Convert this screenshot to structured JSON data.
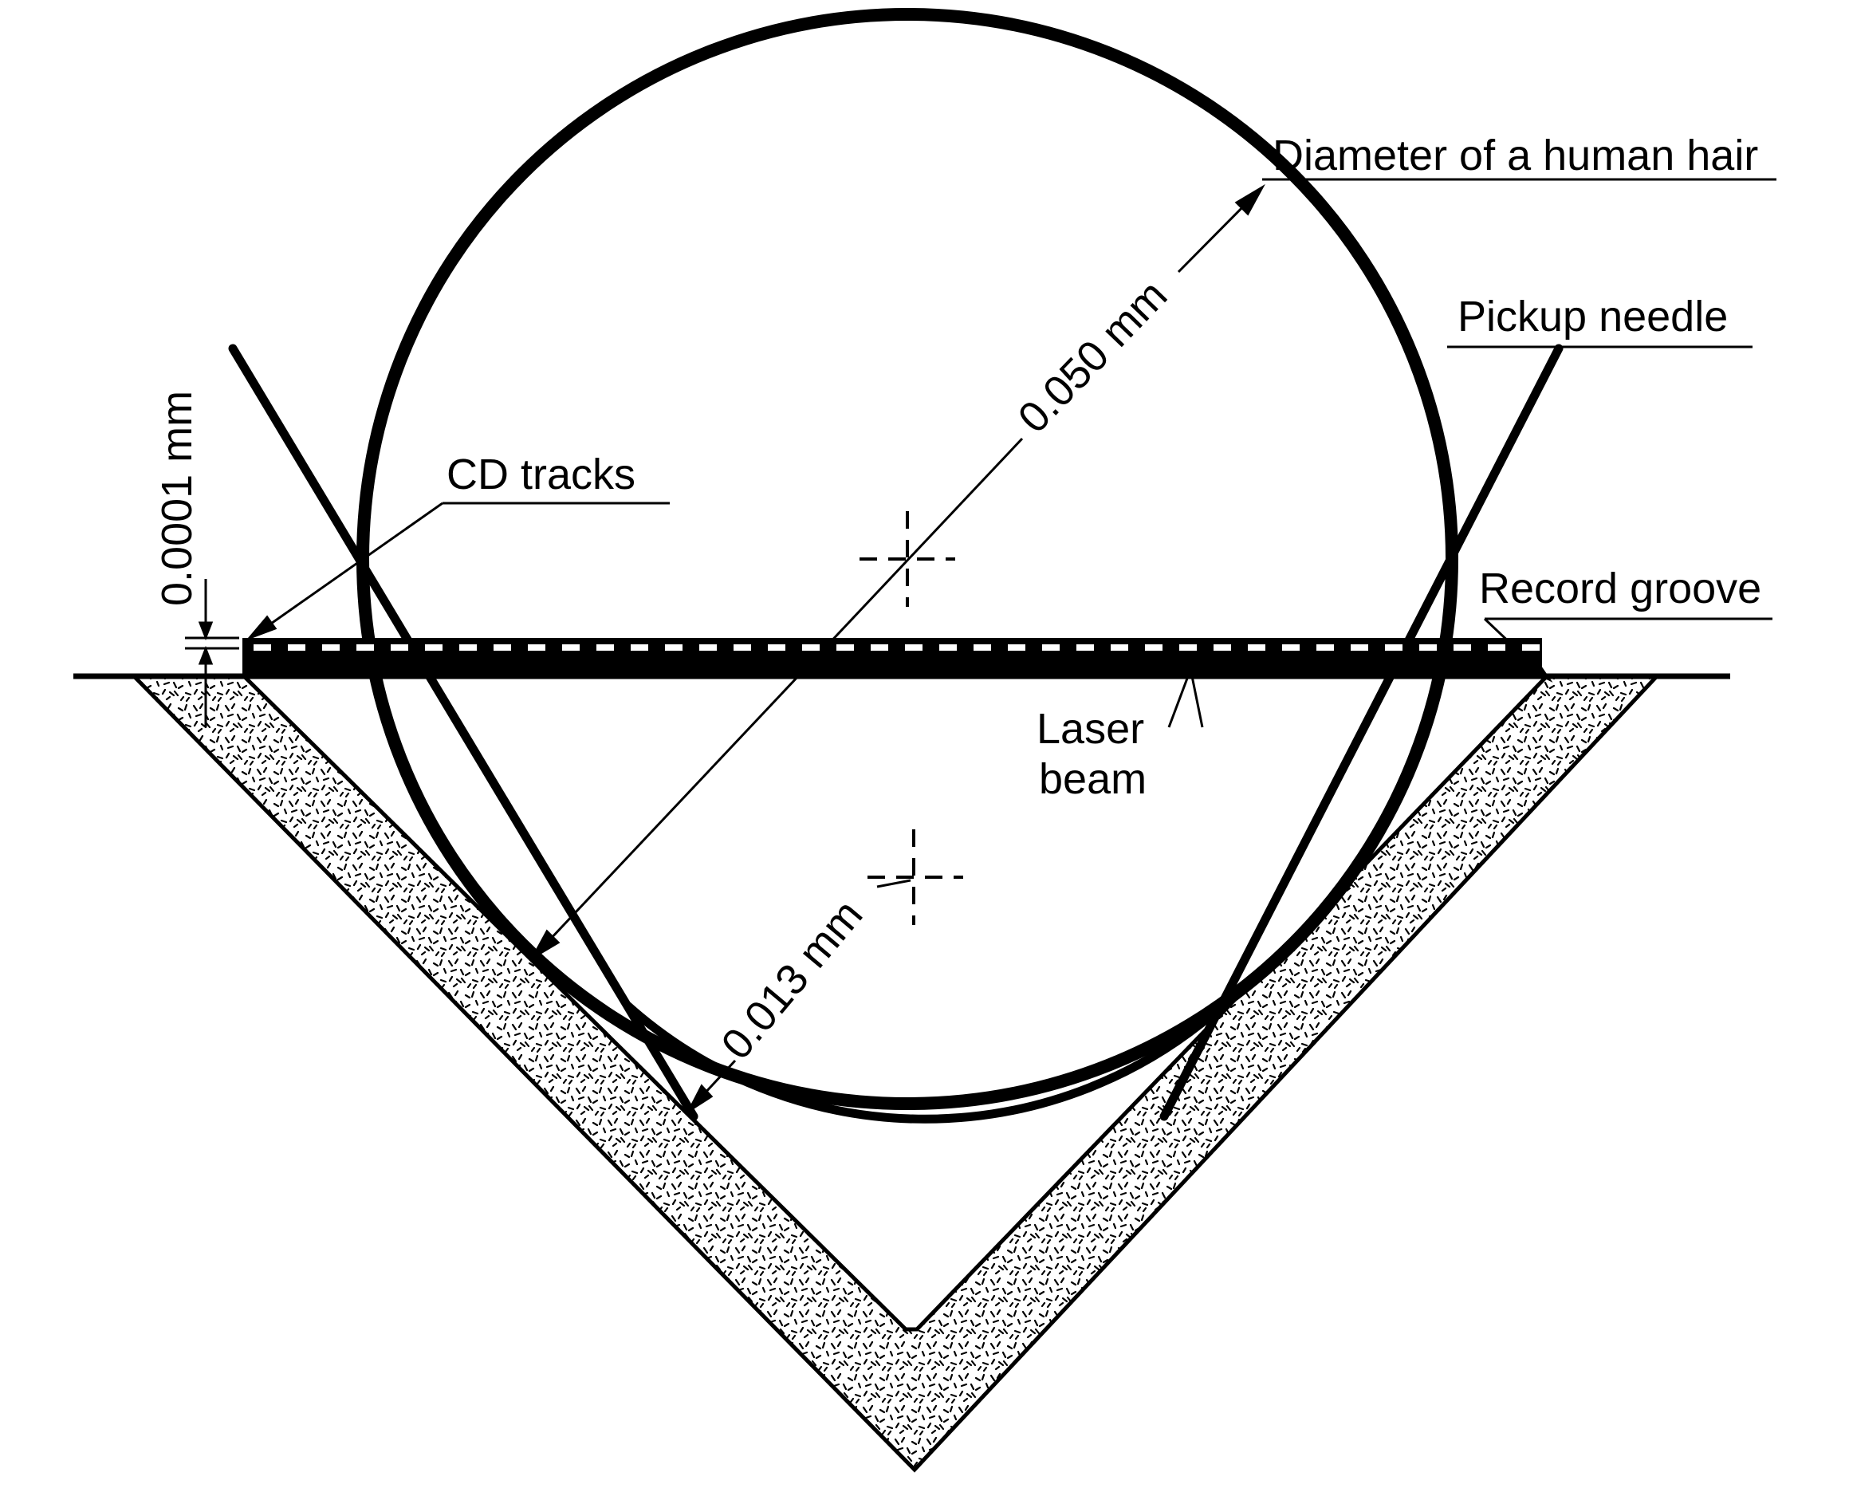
{
  "labels": {
    "hair_diameter": "Diameter of a human hair",
    "pickup_needle": "Pickup needle",
    "record_groove": "Record groove",
    "cd_tracks": "CD tracks",
    "laser_beam_line1": "Laser",
    "laser_beam_line2": "beam"
  },
  "dimensions": {
    "hair": "0.050 mm",
    "needle_tip": "0.013 mm",
    "cd_track": "0.0001 mm"
  },
  "colors": {
    "ink": "#000000",
    "paper": "#ffffff",
    "track_mark": "#ffffff"
  }
}
